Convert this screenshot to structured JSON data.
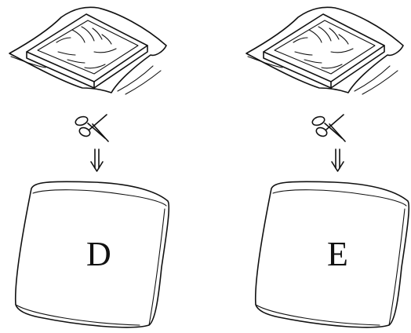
{
  "figure": {
    "panels": [
      {
        "id": "left",
        "cushion_label": "D"
      },
      {
        "id": "right",
        "cushion_label": "E"
      }
    ],
    "icons": [
      "foam-sheet-in-plastic-wrap",
      "scissors-icon",
      "down-arrow-icon",
      "cushion"
    ]
  }
}
